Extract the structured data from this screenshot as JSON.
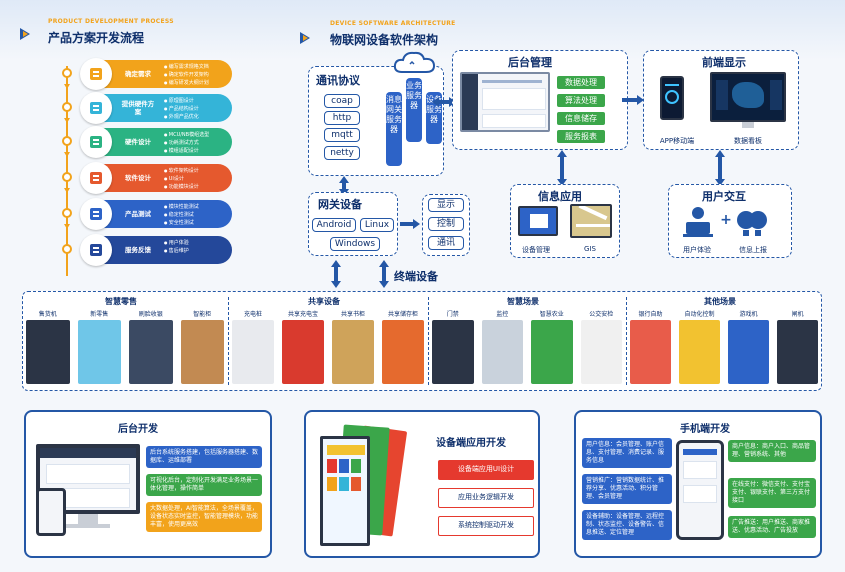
{
  "left": {
    "en": "PRODUCT DEVELOPMENT PROCESS",
    "title": "产品方案开发流程",
    "steps": [
      {
        "title": "确定需求",
        "color": "#f2a31b",
        "items": [
          "编写需求规格文档",
          "确定软件开发架构",
          "编写研发大纲计划"
        ]
      },
      {
        "title": "提供硬件方案",
        "color": "#34b4d8",
        "items": [
          "原理图设计",
          "产品结构设计",
          "外观产品优化"
        ]
      },
      {
        "title": "硬件设计",
        "color": "#2bb383",
        "items": [
          "MCU/NB模组选型",
          "功耗测试方式",
          "模组适配设计"
        ]
      },
      {
        "title": "软件设计",
        "color": "#e5592e",
        "items": [
          "软件架构设计",
          "UI设计",
          "功能模块设计"
        ]
      },
      {
        "title": "产品测试",
        "color": "#2d63c7",
        "items": [
          "模块性能测试",
          "稳定性测试",
          "安全性测试"
        ]
      },
      {
        "title": "服务反馈",
        "color": "#24489a",
        "items": [
          "用户体验",
          "售后维护"
        ]
      }
    ]
  },
  "arch": {
    "en": "DEVICE SOFTWARE ARCHITECTURE",
    "title": "物联网设备软件架构",
    "protocol_title": "通讯协议",
    "protocols": [
      "coap",
      "http",
      "mqtt",
      "netty"
    ],
    "services": [
      "消息网关服务器",
      "业务服务器",
      "设备服务器"
    ],
    "backend_title": "后台管理",
    "backend_items": [
      "数据处理",
      "算法处理",
      "信息储存",
      "服务报表"
    ],
    "frontend_title": "前端显示",
    "app_label": "APP移动端",
    "dashboard_label": "数据看板",
    "gateway_title": "网关设备",
    "gateway_os": [
      "Android",
      "Linux",
      "Windows"
    ],
    "gateway_funcs": [
      "显示",
      "控制",
      "通讯"
    ],
    "info_title": "信息应用",
    "device_mgmt": "设备管理",
    "gis": "GIS",
    "interact_title": "用户交互",
    "user_exp": "用户体验",
    "info_report": "信息上报",
    "terminal_title": "终端设备"
  },
  "devices": {
    "groups": [
      {
        "title": "智慧零售",
        "items": [
          "售货机",
          "新零售",
          "刷脸收银",
          "智能柜"
        ]
      },
      {
        "title": "共享设备",
        "items": [
          "充电桩",
          "共享充电宝",
          "共享书柜",
          "共享储存柜"
        ]
      },
      {
        "title": "智慧场景",
        "items": [
          "门禁",
          "监控",
          "智慧农业",
          "公交安检"
        ]
      },
      {
        "title": "其他场景",
        "items": [
          "银行自助",
          "自动化控制",
          "游戏机",
          "闸机"
        ]
      }
    ]
  },
  "cards": {
    "backend": {
      "title": "后台开发",
      "notes": [
        "后台系统服务搭建，包括服务器搭建、数据库、运维部署",
        "可视化后台，定制化开发满足业务场景一体化管理，操作简单",
        "大数据处理，AI智能算法，全场景覆盖，设备状态实时监控，智能管理模块，功能丰富，使用更高效"
      ]
    },
    "device": {
      "title": "设备端应用开发",
      "buttons": [
        "设备端应用UI设计",
        "应用业务逻辑开发",
        "系统控制驱动开发"
      ]
    },
    "mobile": {
      "title": "手机端开发",
      "left_notes": [
        "用户信息：会员管理、账户信息、支付管理、消费记录、服务信息",
        "营销推广：营销数据统计、推荐分享、优惠活动、积分管理、会员管理",
        "设备辅助：设备管理、远程控制、状态监控、设备警告、信息推送、定位管理"
      ],
      "right_notes": [
        "商户信息：商户入口、商品管理、营销系统、其他",
        "在线支付：微信支付、支付宝支付、银联支付、第三方支付接口",
        "广告推送：用户推送、商家推送、优惠活动、广告投放"
      ]
    }
  },
  "colors": {
    "primary": "#2457a6",
    "dark": "#0e2f6b",
    "orange": "#f2a31b",
    "green": "#3ba64a",
    "red": "#e5392e"
  }
}
